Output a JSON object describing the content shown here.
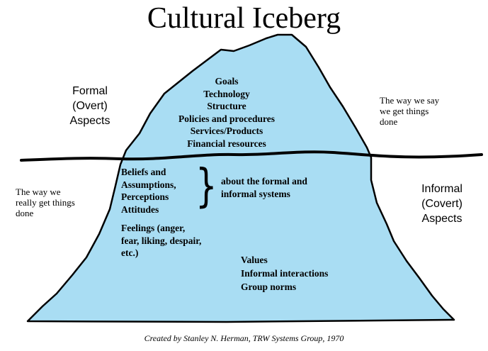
{
  "title": "Cultural Iceberg",
  "formal_aspects": [
    "Formal",
    "(Overt)",
    "Aspects"
  ],
  "informal_aspects": [
    "Informal",
    "(Covert)",
    "Aspects"
  ],
  "say_text": [
    "The way we say",
    "we get things",
    "done"
  ],
  "really_text": [
    "The way we",
    "really get things",
    "done"
  ],
  "top_items": [
    "Goals",
    "Technology",
    "Structure",
    "Policies and procedures",
    "Services/Products",
    "Financial resources"
  ],
  "beliefs_items": [
    "Beliefs and",
    "Assumptions,",
    "Perceptions",
    "Attitudes"
  ],
  "brace_text": "}",
  "about_text": [
    "about the formal and",
    "informal systems"
  ],
  "feelings_items": [
    "Feelings (anger,",
    "fear, liking, despair,",
    "etc.)"
  ],
  "values_items": [
    "Values",
    "Informal interactions",
    "Group norms"
  ],
  "credit": "Created by Stanley N. Herman, TRW Systems Group, 1970",
  "colors": {
    "ice": "#A9DDF3",
    "outline": "#000000",
    "background": "#FFFFFF"
  }
}
